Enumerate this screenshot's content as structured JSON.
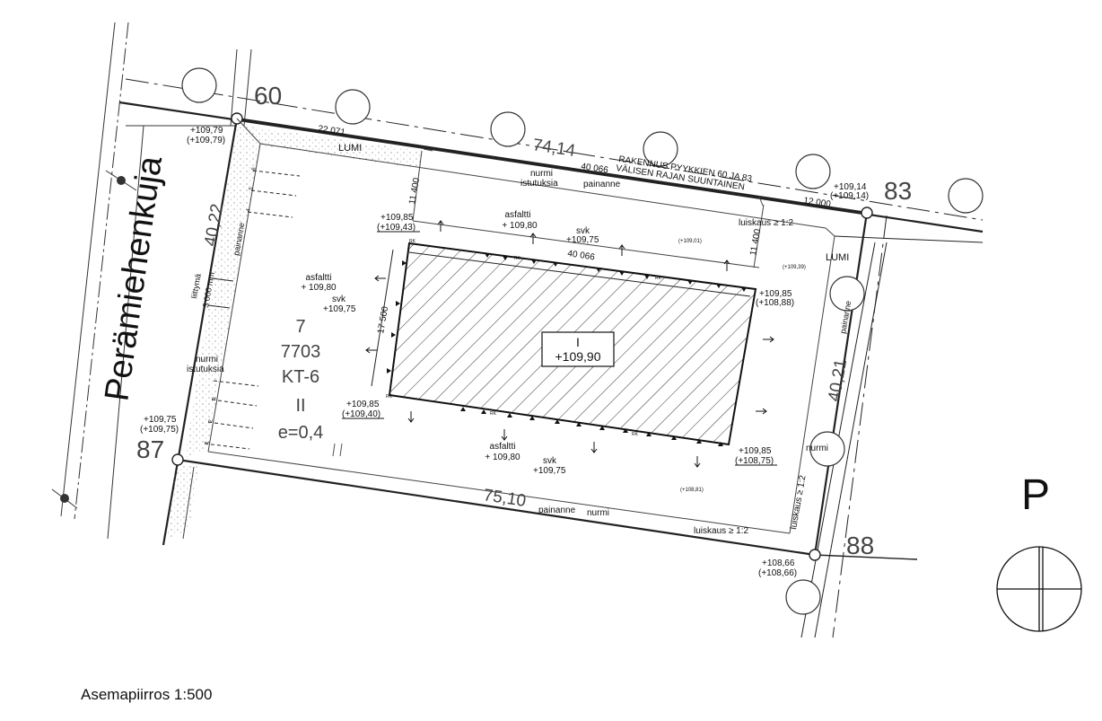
{
  "title": "Asemapiirros 1:500",
  "north_label": "P",
  "street": "Perämiehenkuja",
  "neighbors": [
    "60",
    "83",
    "87",
    "88"
  ],
  "dimensions": {
    "top": "74,14",
    "bottom": "75,10",
    "left": "40,22",
    "right": "40,21",
    "small_top": "22 071",
    "right_top": "12 000",
    "building_len_top": "40 066",
    "building_len_mid": "40 066",
    "building_depth": "17 500",
    "setback_left": "11 400",
    "setback_right": "11 400"
  },
  "lot": {
    "block": "7",
    "number": "7703",
    "zone": "KT-6",
    "floors": "II",
    "efficiency": "e=0,4"
  },
  "building": {
    "floors": "I",
    "level": "+109,90"
  },
  "corner_levels": {
    "nw_a": "+109,79",
    "nw_b": "(+109,79)",
    "ne_a": "+109,14",
    "ne_b": "(+109,14)",
    "sw_a": "+109,75",
    "sw_b": "(+109,75)",
    "se_a": "+108,66",
    "se_b": "(+108,66)"
  },
  "building_levels": {
    "nw_a": "+109,85",
    "nw_b": "(+109,43)",
    "ne_a": "+109,85",
    "ne_b": "(+108,88)",
    "sw_a": "+109,85",
    "sw_b": "(+109,40)",
    "se_a": "+109,85",
    "se_b": "(+108,75)"
  },
  "spot_levels": {
    "p1": "(+109,01)",
    "p2": "(+109,39)",
    "p3": "(+108,81)"
  },
  "labels": {
    "asfaltti": "asfaltti",
    "asf_top": "+ 109,80",
    "asf_left": "+ 109,80",
    "asf_bottom": "+ 109,80",
    "svk": "svk",
    "svk_level": "+109,75",
    "lumi": "LUMI",
    "nurmi": "nurmi",
    "istutuksia": "istutuksia",
    "painanne": "painanne",
    "liittyma": "liittymä",
    "liittyma_width": "3 000 mm",
    "luiskaus": "luiskaus ≥ 1:2",
    "boundary_note_1": "RAKENNUS PYYKKIEN 60 JA 83",
    "boundary_note_2": "VÄLISEN RAJAN SUUNTAINEN",
    "rk": "RK",
    "parking_marks": [
      "6",
      "5",
      "4",
      "3",
      "2",
      "1"
    ]
  }
}
